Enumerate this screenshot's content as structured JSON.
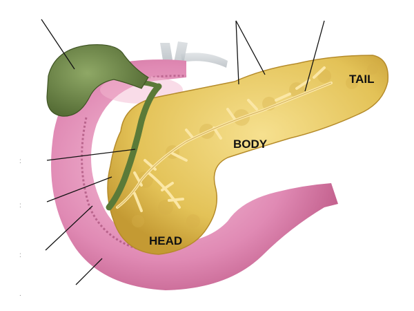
{
  "labels": {
    "tail": "TAIL",
    "body": "BODY",
    "head": "HEAD"
  },
  "colors": {
    "pancreas": "#e8c860",
    "pancreas_dark": "#c9a23c",
    "duct": "#f4d98a",
    "gallbladder": "#6f8a45",
    "duodenum": "#d97aa8",
    "duodenum_inner": "#f2b5cf",
    "leader_line": "#111111"
  }
}
